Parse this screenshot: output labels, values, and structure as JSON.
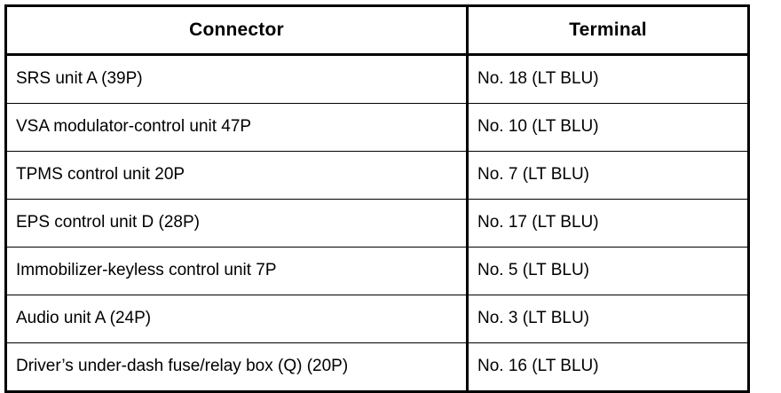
{
  "table": {
    "columns": [
      {
        "key": "connector",
        "label": "Connector"
      },
      {
        "key": "terminal",
        "label": "Terminal"
      }
    ],
    "rows": [
      {
        "connector": "SRS unit A (39P)",
        "terminal": "No. 18 (LT BLU)"
      },
      {
        "connector": "VSA modulator-control unit 47P",
        "terminal": "No. 10 (LT BLU)"
      },
      {
        "connector": "TPMS control unit 20P",
        "terminal": "No. 7 (LT BLU)"
      },
      {
        "connector": "EPS control unit D (28P)",
        "terminal": "No. 17 (LT BLU)"
      },
      {
        "connector": "Immobilizer-keyless control unit 7P",
        "terminal": "No. 5 (LT BLU)"
      },
      {
        "connector": "Audio unit A (24P)",
        "terminal": "No. 3 (LT BLU)"
      },
      {
        "connector": "Driver’s under-dash fuse/relay box (Q) (20P)",
        "terminal": "No. 16 (LT BLU)"
      }
    ]
  },
  "colors": {
    "border": "#000000",
    "text": "#000000",
    "background": "#ffffff"
  }
}
